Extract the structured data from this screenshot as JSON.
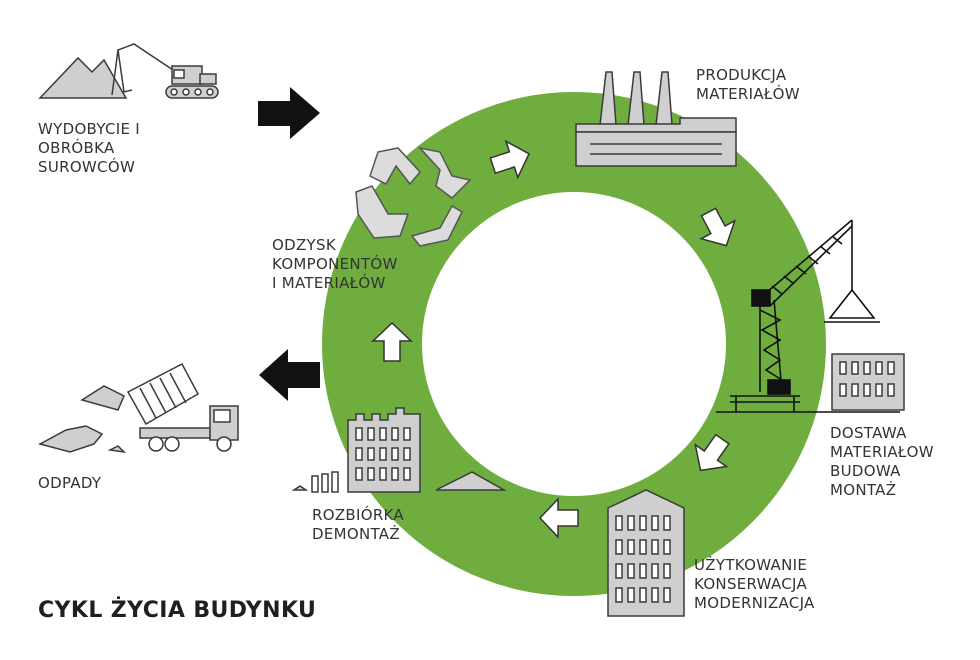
{
  "title": "CYKL ŻYCIA BUDYNKU",
  "colors": {
    "ring": "#6fae3e",
    "icon_fill": "#cfcfcf",
    "icon_stroke": "#3a3a3a",
    "arrow_dark": "#111111",
    "text": "#333333"
  },
  "stages": {
    "extraction": {
      "lines": [
        "WYDOBYCIE I",
        "OBRÓBKA",
        "SUROWCÓW"
      ],
      "icon": "excavator-icon"
    },
    "production": {
      "lines": [
        "PRODUKCJA",
        "MATERIAŁÓW"
      ],
      "icon": "factory-icon"
    },
    "delivery": {
      "lines": [
        "DOSTAWA",
        "MATERIAŁOW",
        "BUDOWA",
        "MONTAŻ"
      ],
      "icon": "crane-icon"
    },
    "usage": {
      "lines": [
        "UŻYTKOWANIE",
        "KONSERWACJA",
        "MODERNIZACJA"
      ],
      "icon": "building-icon"
    },
    "demolition": {
      "lines": [
        "ROZBIÓRKA",
        "DEMONTAŻ"
      ],
      "icon": "demolished-building-icon"
    },
    "recovery": {
      "lines": [
        "ODZYSK",
        "KOMPONENTÓW",
        "I MATERIAŁÓW"
      ],
      "icon": "recycle-icon"
    },
    "waste": {
      "lines": [
        "ODPADY"
      ],
      "icon": "dump-truck-icon"
    }
  }
}
